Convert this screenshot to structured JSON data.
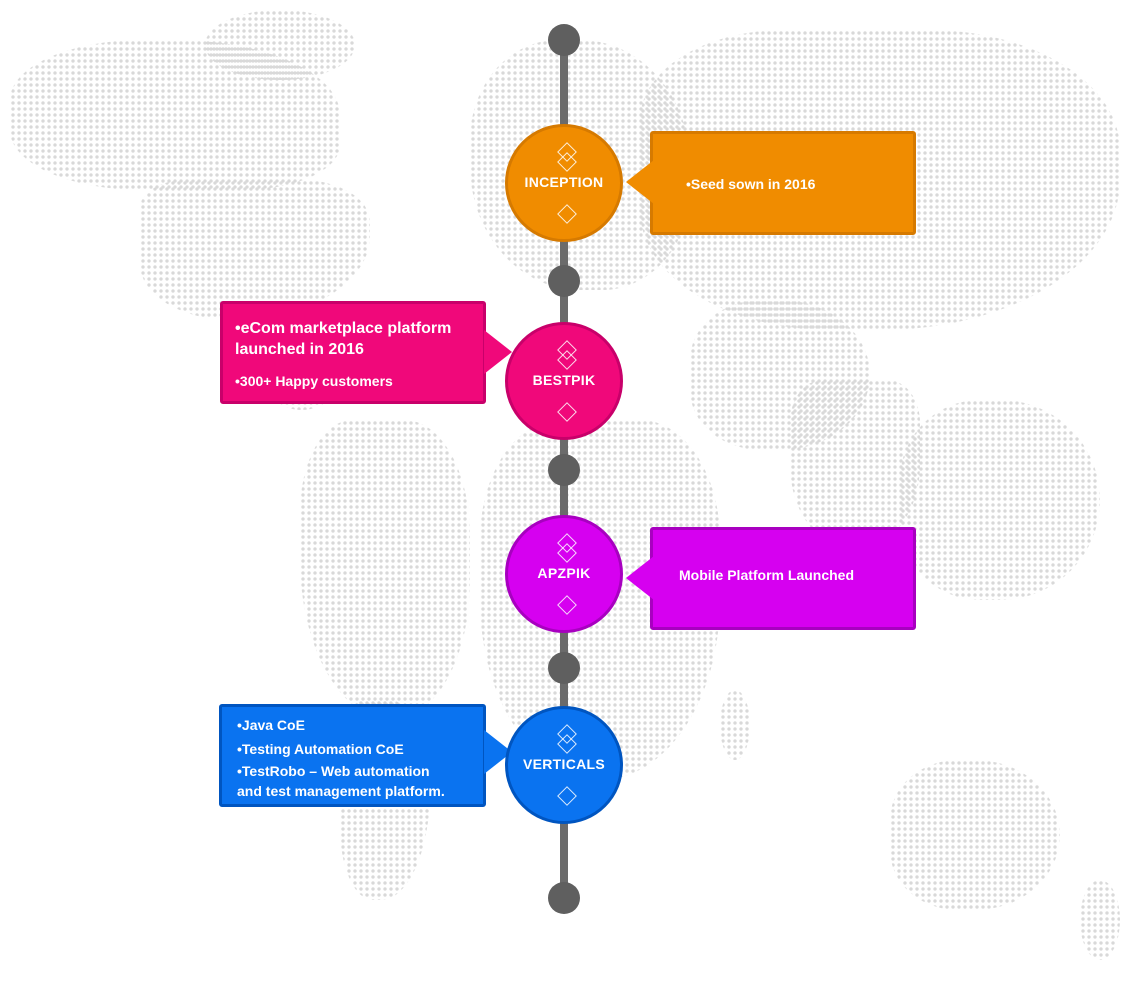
{
  "colors": {
    "axis": "#6b6b6b",
    "inception": "#f08c00",
    "inception_border": "#d67a00",
    "bestpik": "#f0087a",
    "bestpik_border": "#c8006a",
    "apzpik": "#d600f0",
    "apzpik_border": "#a800c0",
    "verticals": "#0a73f0",
    "verticals_border": "#0055c0",
    "map_dots": "#d9d9d9"
  },
  "milestones": [
    {
      "label": "INCEPTION",
      "notes": [
        "•Seed sown in 2016"
      ]
    },
    {
      "label": "BESTPIK",
      "notes": [
        "•eCom marketplace platform",
        "launched in 2016",
        "•300+ Happy customers"
      ]
    },
    {
      "label": "APZPIK",
      "notes": [
        "Mobile Platform Launched"
      ]
    },
    {
      "label": "VERTICALS",
      "notes": [
        "•Java CoE",
        "•Testing Automation CoE",
        "•TestRobo – Web automation",
        "and test management platform."
      ]
    }
  ]
}
